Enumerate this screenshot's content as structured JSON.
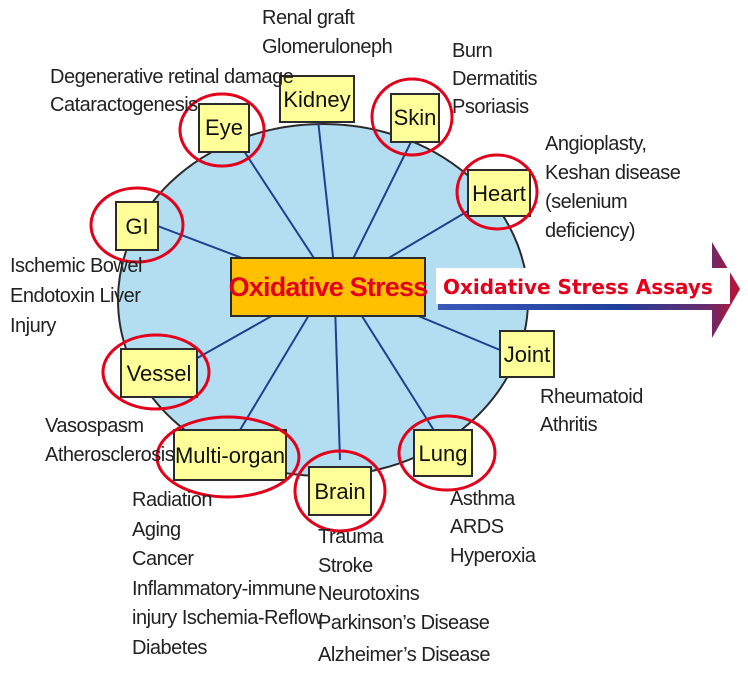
{
  "center": {
    "label": "Oxidative Stress"
  },
  "assays_banner": {
    "label": "Oxidative Stress Assays"
  },
  "nodes": [
    {
      "label": "Kidney",
      "circled": false
    },
    {
      "label": "Eye",
      "circled": true
    },
    {
      "label": "Skin",
      "circled": true
    },
    {
      "label": "Heart",
      "circled": true
    },
    {
      "label": "GI",
      "circled": true
    },
    {
      "label": "Joint",
      "circled": false
    },
    {
      "label": "Vessel",
      "circled": true
    },
    {
      "label": "Multi-organ",
      "circled": true
    },
    {
      "label": "Brain",
      "circled": true
    },
    {
      "label": "Lung",
      "circled": true
    }
  ],
  "conditions": {
    "kidney": [
      "Renal graft",
      "Glomeruloneph"
    ],
    "eye": [
      "Degenerative retinal damage",
      "Cataractogenesis"
    ],
    "skin": [
      "Burn",
      "Dermatitis",
      "Psoriasis"
    ],
    "heart": [
      "Angioplasty,",
      "Keshan disease",
      "(selenium",
      "deficiency)"
    ],
    "gi": [
      "Ischemic Bowel",
      "Endotoxin Liver",
      "Injury"
    ],
    "joint": [
      "Rheumatoid",
      "Athritis"
    ],
    "vessel": [
      "Vasospasm",
      "Atherosclerosis"
    ],
    "multi_organ": [
      "Radiation",
      "Aging",
      "Cancer",
      "Inflammatory-immune",
      "injury Ischemia-Reflow",
      "Diabetes"
    ],
    "brain": [
      "Trauma",
      "Stroke",
      "Neurotoxins",
      "Parkinson’s Disease",
      "Alzheimer’s Disease"
    ],
    "lung": [
      "Asthma",
      "ARDS",
      "Hyperoxia"
    ]
  },
  "colors": {
    "ellipse_fill": "#b3def2",
    "node_fill": "#ffff99",
    "center_fill": "#ffc000",
    "center_text": "#e4001b",
    "highlight_circle": "#e2001a",
    "banner_text": "#e4001b",
    "arrow": "#203f9a",
    "arrow_tip": "#c0132e"
  }
}
